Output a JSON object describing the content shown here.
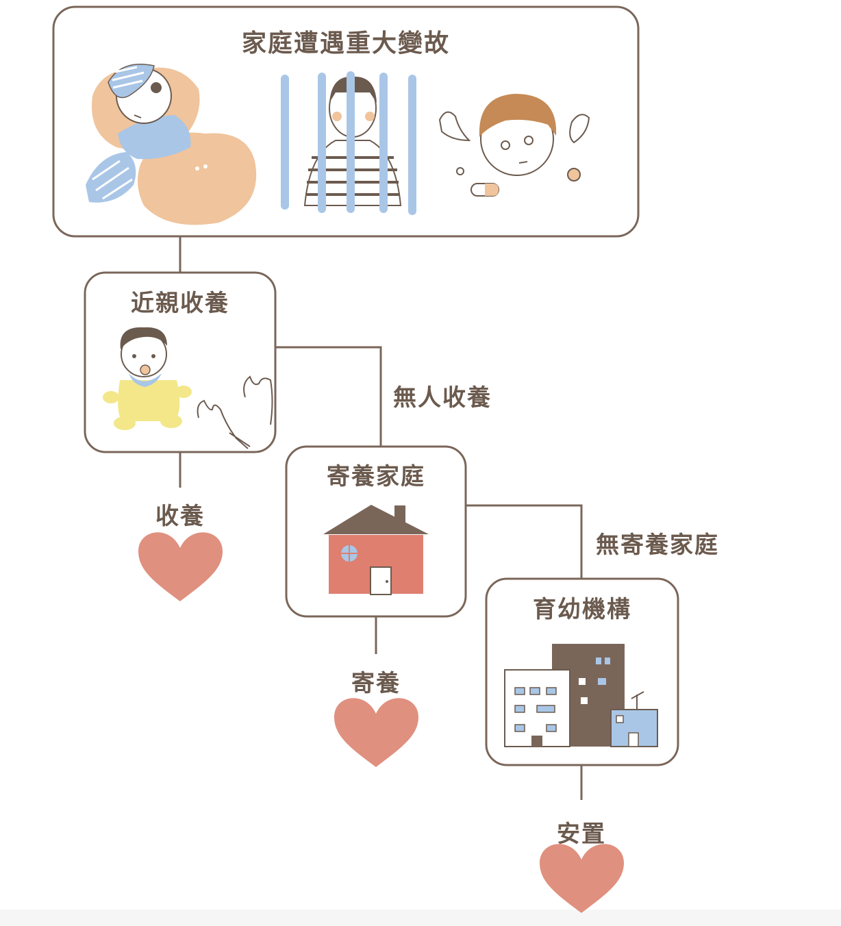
{
  "top_event": {
    "title": "家庭遭遇重大變故"
  },
  "kinship": {
    "title": "近親收養",
    "outcome": "收養"
  },
  "branch_no_adopter": "無人收養",
  "foster": {
    "title": "寄養家庭",
    "outcome": "寄養"
  },
  "branch_no_foster": "無寄養家庭",
  "institution": {
    "title": "育幼機構",
    "outcome": "安置"
  },
  "colors": {
    "line": "#7a6659",
    "text": "#6b5a4e",
    "heart": "#e0907f",
    "blue": "#a9c6e7",
    "peach": "#f0c49c",
    "yellow": "#f3e78a",
    "house": "#de7f70",
    "roof": "#7a6659",
    "building_dark": "#7a6659"
  },
  "icons": [
    "injured-person-illustration",
    "prison-bars-illustration",
    "confused-boy-pills-illustration",
    "baby-illustration",
    "hands-illustration",
    "house-icon",
    "buildings-icon",
    "heart-icon"
  ]
}
